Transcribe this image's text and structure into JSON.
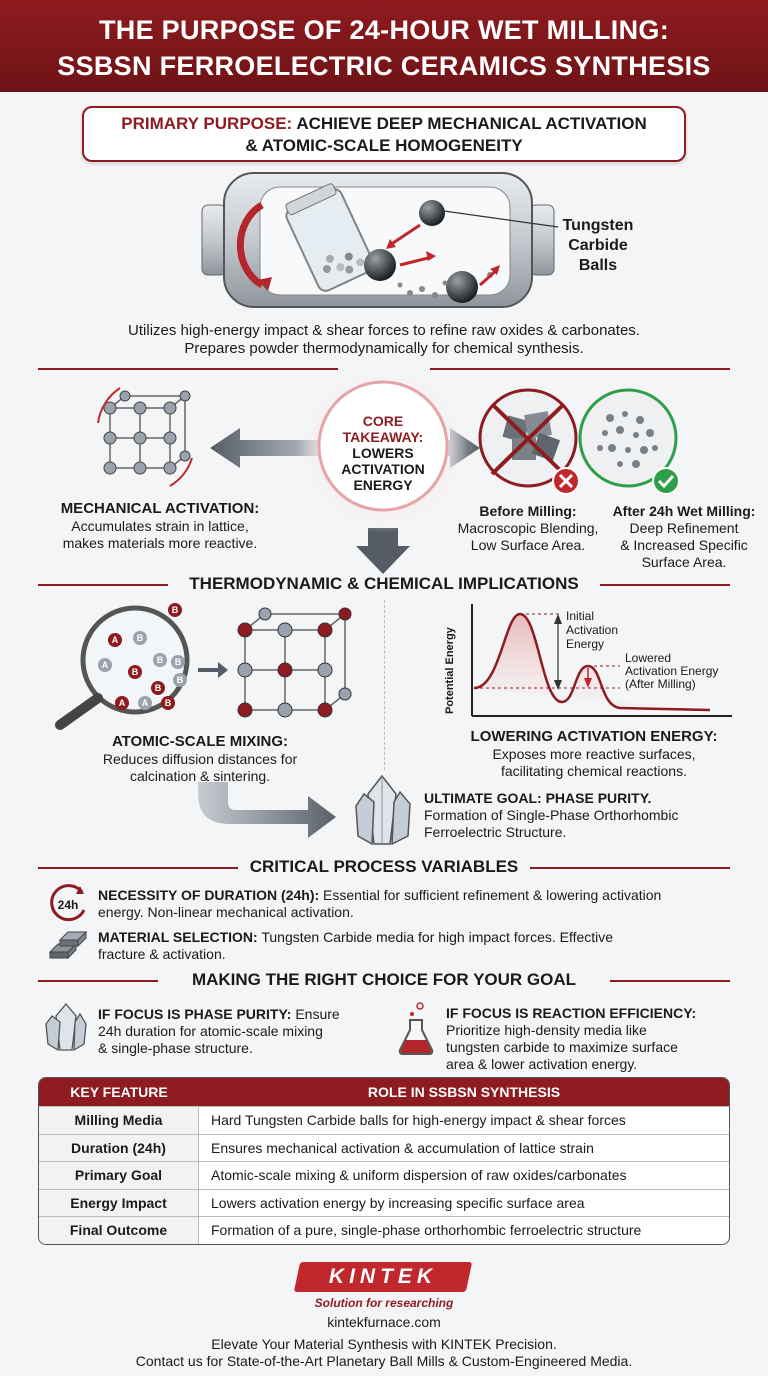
{
  "header": {
    "line1": "THE PURPOSE OF 24-HOUR WET MILLING:",
    "line2": "SSBSN FERROELECTRIC CERAMICS SYNTHESIS"
  },
  "primary": {
    "label": "PRIMARY PURPOSE:",
    "text1": " ACHIEVE DEEP MECHANICAL ACTIVATION",
    "text2": "& ATOMIC-SCALE HOMOGENEITY"
  },
  "mill": {
    "balls_label": "Tungsten Carbide Balls",
    "caption1": "Utilizes high-energy impact & shear forces to refine raw oxides & carbonates.",
    "caption2": "Prepares powder thermodynamically for chemical synthesis."
  },
  "core": {
    "line1": "CORE",
    "line2": "TAKEAWAY:",
    "line3": "LOWERS",
    "line4": "ACTIVATION",
    "line5": "ENERGY"
  },
  "mechanical": {
    "title": "MECHANICAL ACTIVATION:",
    "text1": "Accumulates strain in lattice,",
    "text2": "makes materials more reactive."
  },
  "before": {
    "title": "Before Milling:",
    "text1": "Macroscopic Blending,",
    "text2": "Low Surface Area."
  },
  "after": {
    "title": "After 24h Wet Milling:",
    "text1": "Deep Refinement",
    "text2": "& Increased Specific",
    "text3": "Surface Area."
  },
  "thermo": {
    "title": "THERMODYNAMIC & CHEMICAL IMPLICATIONS",
    "mixing_title": "ATOMIC-SCALE MIXING:",
    "mixing_text1": "Reduces diffusion distances for",
    "mixing_text2": "calcination & sintering.",
    "atom_a": "A",
    "atom_b": "B",
    "energy_ylabel": "Potential Energy",
    "initial_label1": "Initial",
    "initial_label2": "Activation",
    "initial_label3": "Energy",
    "lowered_label1": "Lowered",
    "lowered_label2": "Activation Energy",
    "lowered_label3": "(After Milling)",
    "lowering_title": "LOWERING ACTIVATION ENERGY:",
    "lowering_text1": "Exposes more reactive surfaces,",
    "lowering_text2": "facilitating chemical reactions.",
    "goal_title": "ULTIMATE GOAL: PHASE PURITY.",
    "goal_text1": "Formation of Single-Phase Orthorhombic",
    "goal_text2": "Ferroelectric Structure."
  },
  "variables": {
    "title": "CRITICAL PROCESS VARIABLES",
    "clock_label": "24h",
    "duration_label": "NECESSITY OF DURATION (24h):",
    "duration_text1": " Essential for sufficient refinement & lowering activation",
    "duration_text2": "energy. Non-linear mechanical activation.",
    "material_label": "MATERIAL SELECTION:",
    "material_text1": " Tungsten Carbide media for high impact forces. Effective",
    "material_text2": "fracture & activation."
  },
  "choice": {
    "title": "MAKING THE RIGHT CHOICE FOR YOUR GOAL",
    "purity_label": "IF FOCUS IS PHASE PURITY:",
    "purity_text1": " Ensure",
    "purity_text2": "24h duration for atomic-scale mixing",
    "purity_text3": "& single-phase structure.",
    "efficiency_label": "IF FOCUS IS REACTION EFFICIENCY:",
    "efficiency_text1": "Prioritize high-density media like",
    "efficiency_text2": "tungsten carbide to maximize surface",
    "efficiency_text3": "area & lower activation energy."
  },
  "table": {
    "col1": "KEY FEATURE",
    "col2": "ROLE IN SSBSN SYNTHESIS",
    "rows": [
      {
        "key": "Milling Media",
        "value": "Hard Tungsten Carbide balls for high-energy impact & shear forces"
      },
      {
        "key": "Duration (24h)",
        "value": "Ensures mechanical activation & accumulation of lattice strain"
      },
      {
        "key": "Primary Goal",
        "value": "Atomic-scale mixing & uniform dispersion of raw oxides/carbonates"
      },
      {
        "key": "Energy Impact",
        "value": "Lowers activation energy by increasing specific surface area"
      },
      {
        "key": "Final Outcome",
        "value": "Formation of a pure, single-phase orthorhombic ferroelectric structure"
      }
    ]
  },
  "footer": {
    "brand": "KINTEK",
    "tagline": "Solution for researching",
    "url": "kintekfurnace.com",
    "cta1": "Elevate Your Material Synthesis with KINTEK Precision.",
    "cta2": "Contact us for State-of-the-Art Planetary Ball Mills & Custom-Engineered Media."
  },
  "colors": {
    "brand_red": "#8e1b1f",
    "check_green": "#2e9e4a",
    "cross_red": "#c0282d"
  }
}
